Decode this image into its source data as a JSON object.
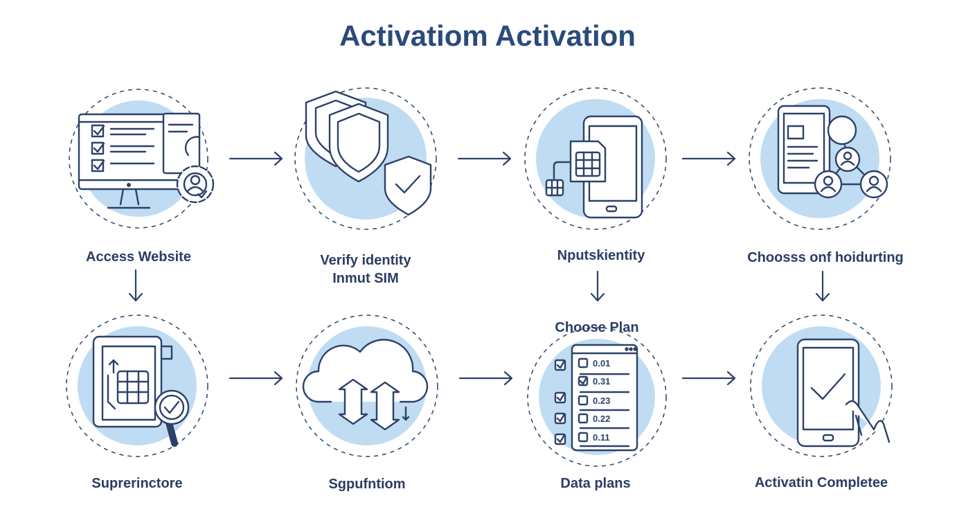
{
  "title": "Activatiom Activation",
  "steps": [
    {
      "label": "Access Website"
    },
    {
      "label_lines": [
        "Verify identity",
        "Inmut SIM"
      ]
    },
    {
      "label": "Nputskientity"
    },
    {
      "label": "Choosss onf hoidurting"
    },
    {
      "label": "Suprerinctore"
    },
    {
      "label": "Sgpufntiom"
    },
    {
      "label": "Data plans",
      "caption": "Choose Plan"
    },
    {
      "label": "Activatin Completee"
    }
  ],
  "plan_items": [
    "0.01",
    "0.31",
    "0.23",
    "0.22",
    "0.11"
  ],
  "colors": {
    "stroke": "#2c4169",
    "circle_fill": "#bfdcf3",
    "title": "#2b4a7c",
    "white": "#ffffff"
  },
  "icons": [
    "computer-checklist-icon",
    "shield-check-icon",
    "phone-sim-icon",
    "tablet-network-icon",
    "sim-magnifier-icon",
    "cloud-sync-icon",
    "plan-checklist-icon",
    "phone-check-icon"
  ]
}
